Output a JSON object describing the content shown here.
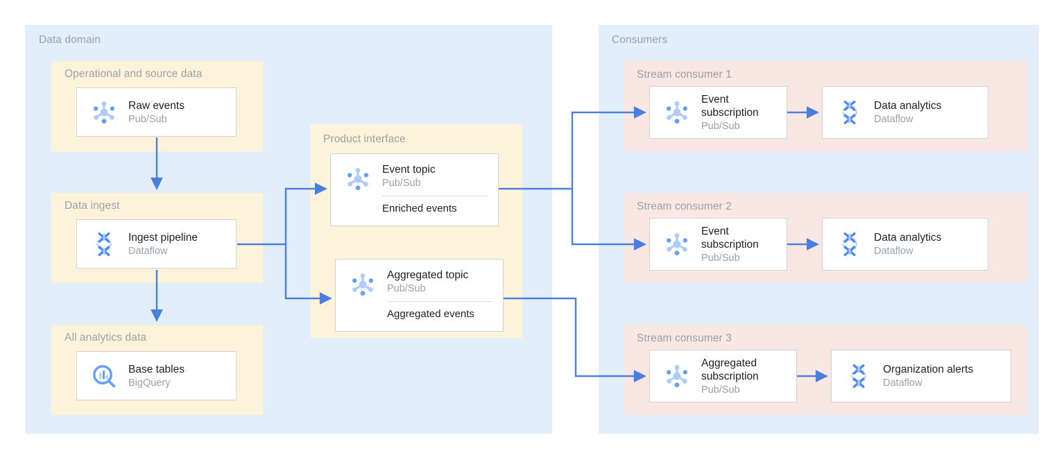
{
  "diagram": {
    "accent_arrow_color": "#4a7fe0",
    "panel_blue": "#e3eefb",
    "panel_cream": "#fdf3da",
    "panel_pink": "#f9e7e3",
    "node_title_color": "#202124",
    "node_sub_color": "#9aa0a6"
  },
  "left": {
    "title": "Data domain",
    "groups": {
      "operational": {
        "title": "Operational and source data",
        "node": {
          "title": "Raw events",
          "sub": "Pub/Sub",
          "icon": "pubsub-icon"
        }
      },
      "ingest": {
        "title": "Data ingest",
        "node": {
          "title": "Ingest pipeline",
          "sub": "Dataflow",
          "icon": "dataflow-icon"
        }
      },
      "analytics": {
        "title": "All analytics data",
        "node": {
          "title": "Base tables",
          "sub": "BigQuery",
          "icon": "bigquery-icon"
        }
      }
    }
  },
  "middle": {
    "title": "Product interface",
    "nodes": [
      {
        "title": "Event topic",
        "sub": "Pub/Sub",
        "extra": "Enriched events",
        "icon": "pubsub-icon"
      },
      {
        "title": "Aggregated topic",
        "sub": "Pub/Sub",
        "extra": "Aggregated events",
        "icon": "pubsub-icon"
      }
    ]
  },
  "right": {
    "title": "Consumers",
    "consumers": [
      {
        "title": "Stream consumer 1",
        "source": {
          "title": "Event\nsubscription",
          "sub": "Pub/Sub",
          "icon": "pubsub-icon"
        },
        "target": {
          "title": "Data analytics",
          "sub": "Dataflow",
          "icon": "dataflow-icon"
        }
      },
      {
        "title": "Stream consumer 2",
        "source": {
          "title": "Event\nsubscription",
          "sub": "Pub/Sub",
          "icon": "pubsub-icon"
        },
        "target": {
          "title": "Data analytics",
          "sub": "Dataflow",
          "icon": "dataflow-icon"
        }
      },
      {
        "title": "Stream consumer 3",
        "source": {
          "title": "Aggregated\nsubscription",
          "sub": "Pub/Sub",
          "icon": "pubsub-icon"
        },
        "target": {
          "title": "Organization alerts",
          "sub": "Dataflow",
          "icon": "dataflow-icon"
        }
      }
    ]
  }
}
